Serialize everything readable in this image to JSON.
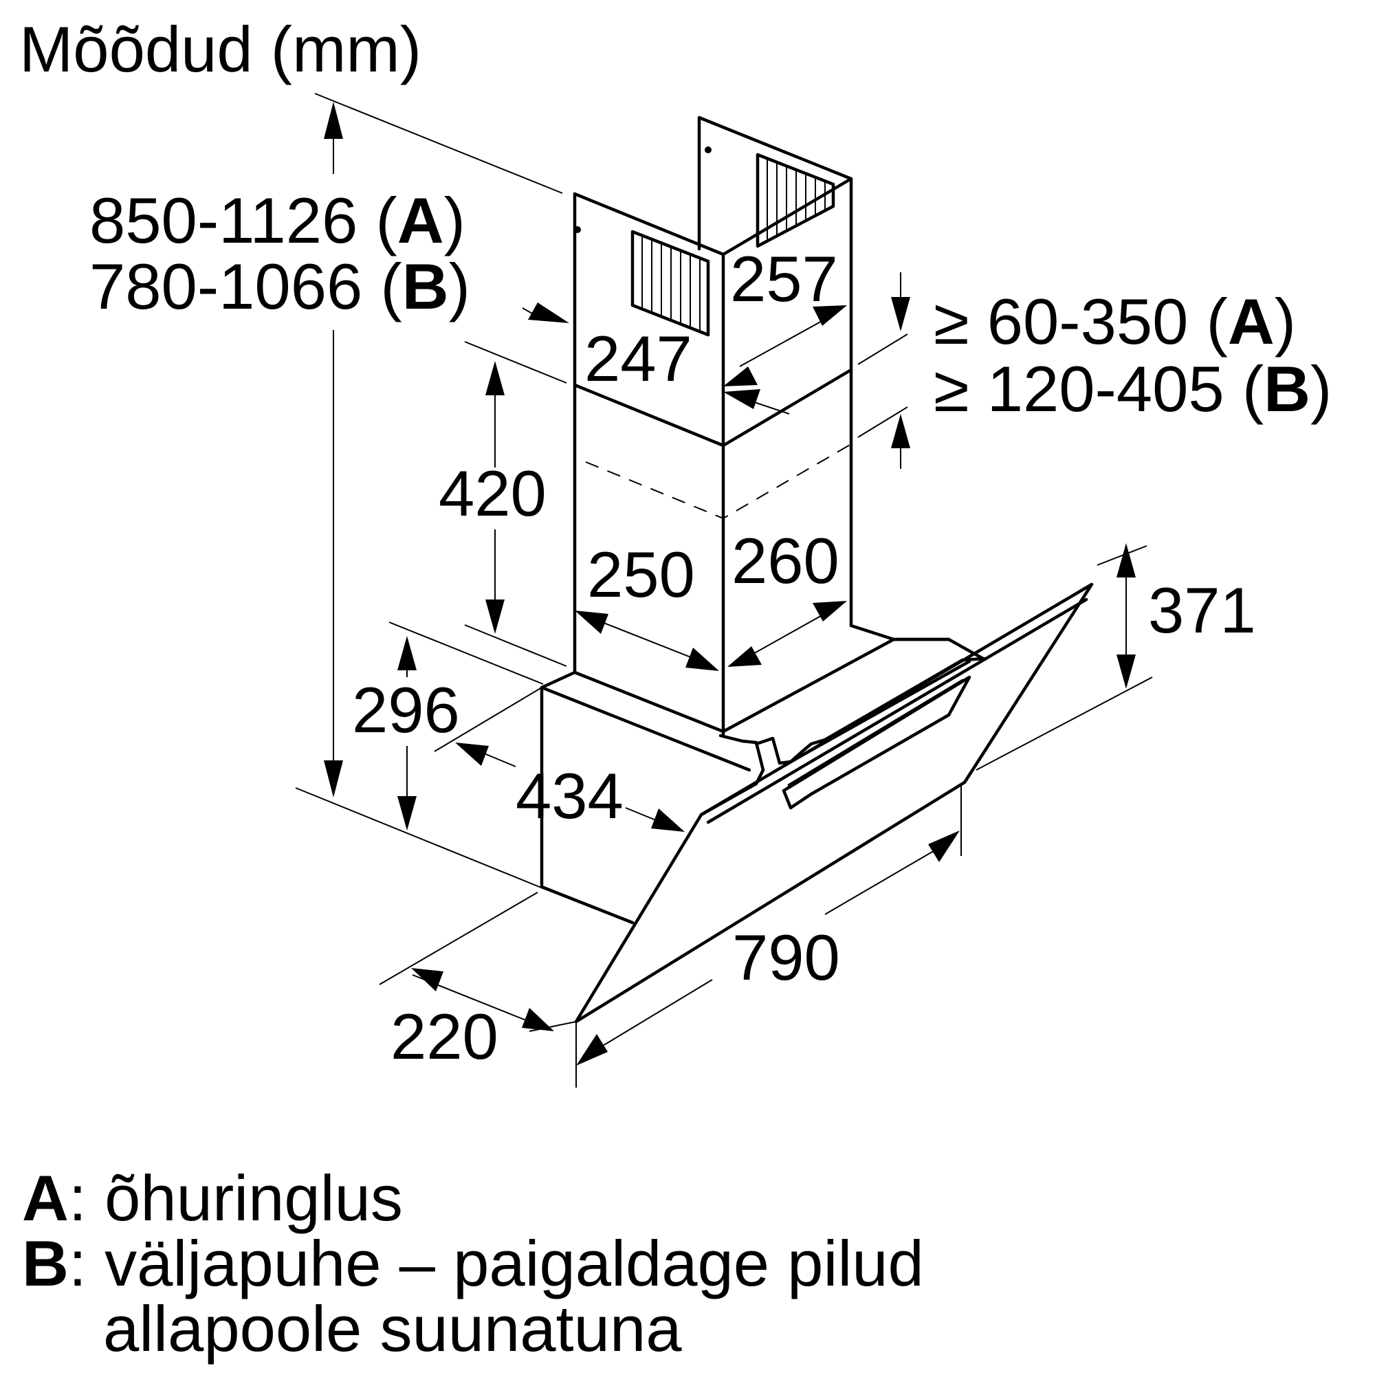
{
  "title": "Mõõdud (mm)",
  "dimensions": {
    "overall_height_a": {
      "value": "850-1126",
      "tag": "A"
    },
    "overall_height_b": {
      "value": "780-1066",
      "tag": "B"
    },
    "chimney_upper_depth": "247",
    "chimney_upper_width": "257",
    "chimney_lower_height": "420",
    "chimney_lower_depth": "250",
    "chimney_lower_width": "260",
    "ceiling_gap_a": {
      "prefix": "≥ ",
      "value": "60-350",
      "tag": "A"
    },
    "ceiling_gap_b": {
      "prefix": "≥ ",
      "value": "120-405",
      "tag": "B"
    },
    "body_height": "296",
    "body_depth": "434",
    "bottom_depth": "220",
    "glass_height": "371",
    "hood_width": "790"
  },
  "legend": [
    {
      "key": "A",
      "separator": ": ",
      "text": "õhuringlus"
    },
    {
      "key": "B",
      "separator": ": ",
      "text": "väljapuhe – paigaldage pilud",
      "continuation": "allapoole suunatuna"
    }
  ]
}
